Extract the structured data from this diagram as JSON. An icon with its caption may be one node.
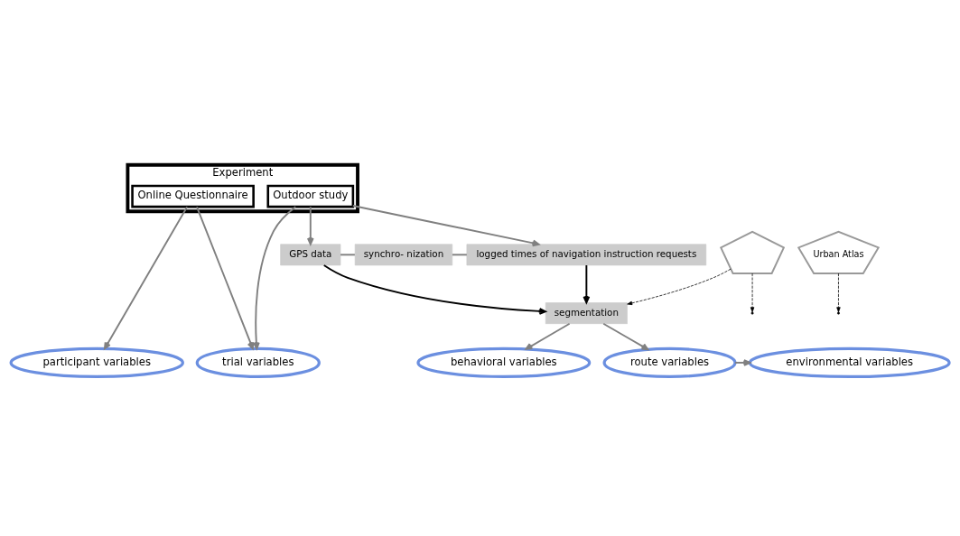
{
  "diagram": {
    "nodes": [
      {
        "text": [
          "Experiment"
        ]
      },
      {
        "text": [
          "Online Questionnaire"
        ],
        "in": 0
      },
      {
        "text": [
          "Outdoor study"
        ],
        "in": 0
      },
      {
        "text": [
          "GPS data"
        ]
      },
      {
        "text": [
          "synchro- nization"
        ]
      },
      {
        "text": [
          "logged times of navigation instruction requests"
        ]
      },
      {
        "text": [
          "segmentation"
        ]
      },
      {
        "text": [],
        "shape": "pentagon"
      },
      {
        "text": [
          "Urban Atlas"
        ]
      },
      {
        "text": [
          "participant variables"
        ]
      },
      {
        "text": [
          "trial variables"
        ]
      },
      {
        "text": [
          "behavioral variables"
        ]
      },
      {
        "text": [
          "route variables"
        ]
      },
      {
        "text": [
          "environmental variables"
        ]
      }
    ],
    "edges": [
      {
        "from": 1,
        "to": 9,
        "arrow": "to"
      },
      {
        "from": 1,
        "to": 10,
        "arrow": "to"
      },
      {
        "from": 2,
        "to": 10,
        "arrow": "to"
      },
      {
        "from": 2,
        "to": 3,
        "arrow": "to"
      },
      {
        "from": 2,
        "to": 5,
        "arrow": "to"
      },
      {
        "from": 3,
        "to": 4,
        "arrow": "none"
      },
      {
        "from": 4,
        "to": 5,
        "arrow": "none"
      },
      {
        "from": 3,
        "to": 6,
        "arrow": "to",
        "color": "#000000"
      },
      {
        "from": 5,
        "to": 6,
        "arrow": "to",
        "color": "#000000"
      },
      {
        "from": 7,
        "to": 6,
        "arrow": "to",
        "style": "dashed",
        "color": "#000000"
      },
      {
        "from": 6,
        "to": 11,
        "arrow": "to"
      },
      {
        "from": 6,
        "to": 12,
        "arrow": "to"
      },
      {
        "from": 12,
        "to": 13,
        "arrow": "to"
      },
      {
        "from": 7,
        "to": null,
        "arrow": "to",
        "style": "dashed",
        "color": "#000000"
      },
      {
        "from": 8,
        "to": null,
        "arrow": "to",
        "style": "dashed",
        "color": "#000000"
      }
    ]
  }
}
